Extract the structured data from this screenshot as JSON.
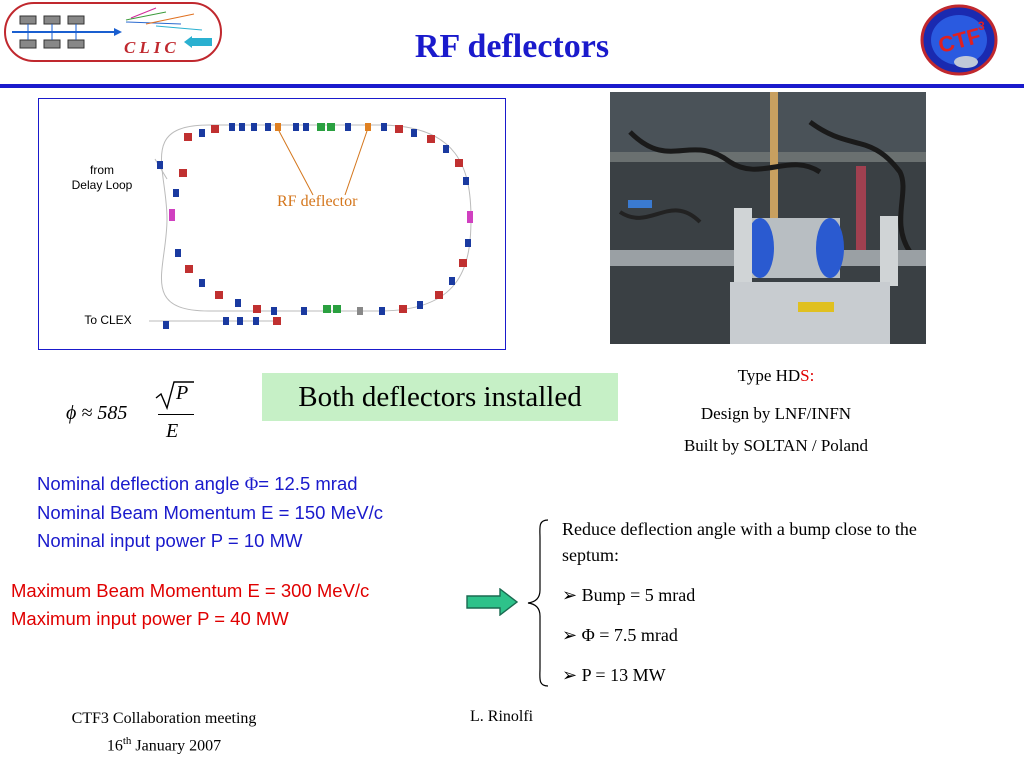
{
  "header": {
    "title": "RF deflectors",
    "clic_logo_text": "CLIC"
  },
  "ring_diagram": {
    "from_label_line1": "from",
    "from_label_line2": "Delay Loop",
    "to_label": "To CLEX",
    "rf_label": "RF deflector"
  },
  "photo": {
    "caption_type_prefix": "Type HD",
    "caption_type_suffix": "S:",
    "caption_design": "Design by LNF/INFN",
    "caption_built": "Built by SOLTAN / Poland"
  },
  "formula": {
    "lhs": "ϕ ≈ 585",
    "numerator": "P",
    "denominator": "E"
  },
  "callout": "Both deflectors installed",
  "nominal": {
    "line1_prefix": "Nominal deflection angle ",
    "line1_symbol": "Φ",
    "line1_suffix": "= 12.5 mrad",
    "line2": "Nominal Beam Momentum E = 150 MeV/c",
    "line3": "Nominal input power P = 10 MW"
  },
  "maximum": {
    "line1": "Maximum Beam Momentum E = 300 MeV/c",
    "line2": "Maximum input power P = 40 MW"
  },
  "reduce": {
    "intro": " Reduce deflection angle with a bump close to the septum:",
    "items": [
      "Bump = 5 mrad",
      "Φ = 7.5 mrad",
      "P = 13 MW"
    ],
    "bullet_glyph": "➢"
  },
  "footer": {
    "meeting": "CTF3 Collaboration meeting",
    "date_day": "16",
    "date_sup": "th",
    "date_rest": " January 2007",
    "author": "L. Rinolfi"
  },
  "colors": {
    "title_blue": "#1a1acc",
    "clic_red": "#c0282e",
    "rf_orange": "#d4761c",
    "callout_green": "#c6f0c6",
    "max_red": "#e00000"
  }
}
